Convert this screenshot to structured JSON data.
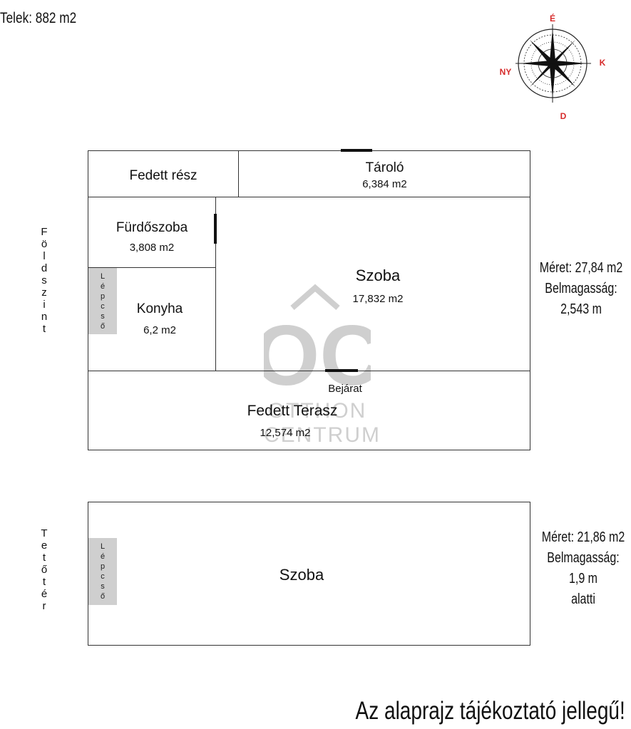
{
  "plot_label": "Telek: 882 m2",
  "compass": {
    "north": "É",
    "east": "K",
    "south": "D",
    "west": "NY",
    "accent": "#d62b2b"
  },
  "ground_floor": {
    "level_label": [
      "F",
      "ö",
      "l",
      "d",
      "s",
      "z",
      "i",
      "n",
      "t"
    ],
    "size": "Méret: 27,84 m2",
    "height_label": "Belmagasság:",
    "height_value": "2,543 m",
    "rooms": {
      "fedett_resz": {
        "name": "Fedett rész"
      },
      "tarolo": {
        "name": "Tároló",
        "area": "6,384 m2"
      },
      "furdoszoba": {
        "name": "Fürdőszoba",
        "area": "3,808 m2"
      },
      "konyha": {
        "name": "Konyha",
        "area": "6,2 m2"
      },
      "szoba": {
        "name": "Szoba",
        "area": "17,832 m2"
      },
      "fedett_terasz": {
        "name": "Fedett Terasz",
        "area": "12,574 m2"
      }
    },
    "entrance": "Bejárat",
    "stairs": [
      "L",
      "é",
      "p",
      "c",
      "s",
      "ő"
    ]
  },
  "attic": {
    "level_label": [
      "T",
      "e",
      "t",
      "ő",
      "t",
      "é",
      "r"
    ],
    "size": "Méret: 21,86 m2",
    "height_label": "Belmagasság:",
    "height_value": "1,9 m",
    "height_suffix": "alatti",
    "room": "Szoba",
    "stairs": [
      "L",
      "é",
      "p",
      "c",
      "s",
      "ő"
    ]
  },
  "watermark": {
    "mark": "OC",
    "line1": "OTTHON",
    "line2": "CENTRUM"
  },
  "disclaimer": "Az alaprajz tájékoztató jellegű!"
}
